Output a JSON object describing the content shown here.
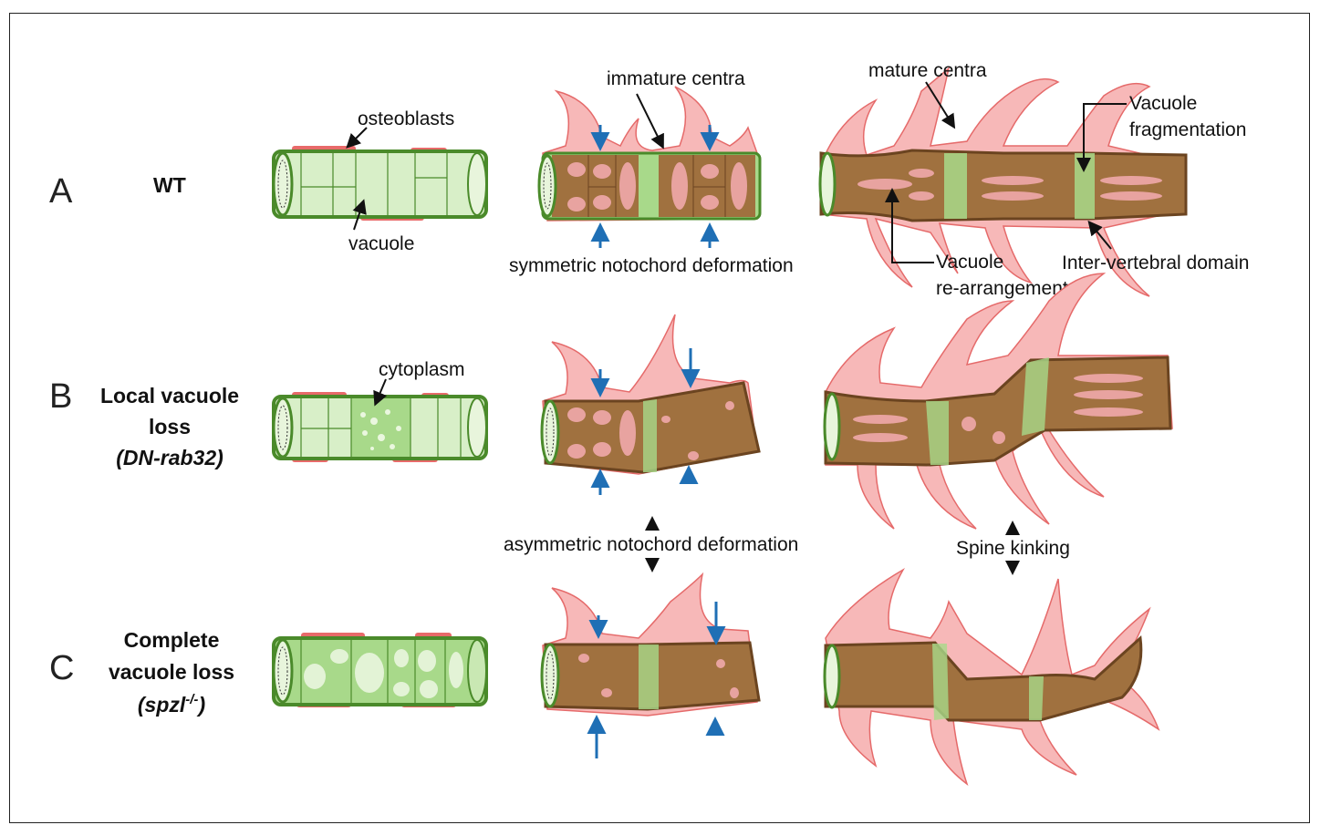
{
  "rows": [
    {
      "letter": "A",
      "title_lines": [
        "WT"
      ]
    },
    {
      "letter": "B",
      "title_lines": [
        "Local vacuole",
        "loss",
        "(DN-rab32)"
      ]
    },
    {
      "letter": "C",
      "title_lines": [
        "Complete",
        "vacuole loss",
        "(spzl-/-)"
      ]
    }
  ],
  "labels": {
    "osteoblasts": "osteoblasts",
    "vacuole": "vacuole",
    "cytoplasm": "cytoplasm",
    "immature_centra": "immature centra",
    "mature_centra": "mature centra",
    "vacuole_fragmentation_1": "Vacuole",
    "vacuole_fragmentation_2": "fragmentation",
    "symmetric": "symmetric notochord deformation",
    "vacuole_rearr_1": "Vacuole",
    "vacuole_rearr_2": "re-arrangement",
    "intervertebral": "Inter-vertebral domain",
    "asymmetric": "asymmetric notochord deformation",
    "spine_kinking": "Spine kinking"
  },
  "colors": {
    "notochord_green": "#d2ecc2",
    "notochord_outline": "#4a8a2a",
    "cytoplasm_green": "#a8d98a",
    "centra_brown": "#a0713f",
    "centra_outline": "#6b4420",
    "osteoblast_red": "#e86a6a",
    "bone_pink": "#f7b8b8",
    "bone_outline": "#e56a6a",
    "force_arrow": "#1f6fb5"
  }
}
